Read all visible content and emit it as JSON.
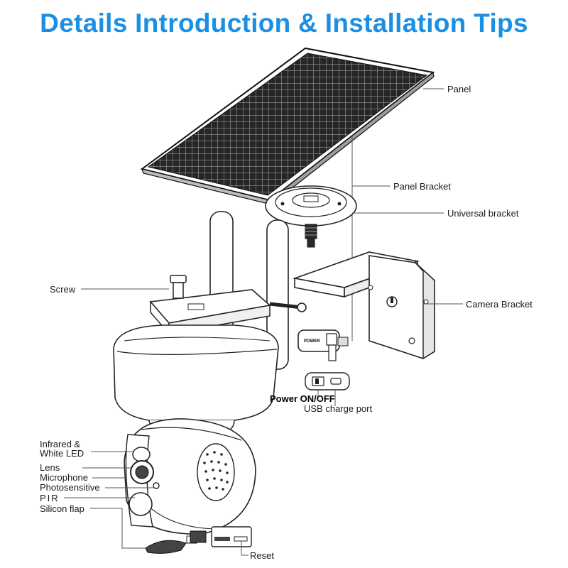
{
  "title": "Details Introduction & Installation Tips",
  "labels": {
    "panel": "Panel",
    "panel_bracket": "Panel Bracket",
    "universal_bracket": "Universal bracket",
    "camera_bracket": "Camera Bracket",
    "screw": "Screw",
    "power_switch": "Power ON/OFF",
    "usb_port": "USB charge port",
    "infrared_line1": "Infrared &",
    "infrared_line2": "White LED",
    "lens": "Lens",
    "microphone": "Microphone",
    "photosensitive": "Photosensitive",
    "pir": "PIR",
    "silicon_flap": "Silicon flap",
    "reset": "Reset",
    "power_tag": "POWER"
  }
}
